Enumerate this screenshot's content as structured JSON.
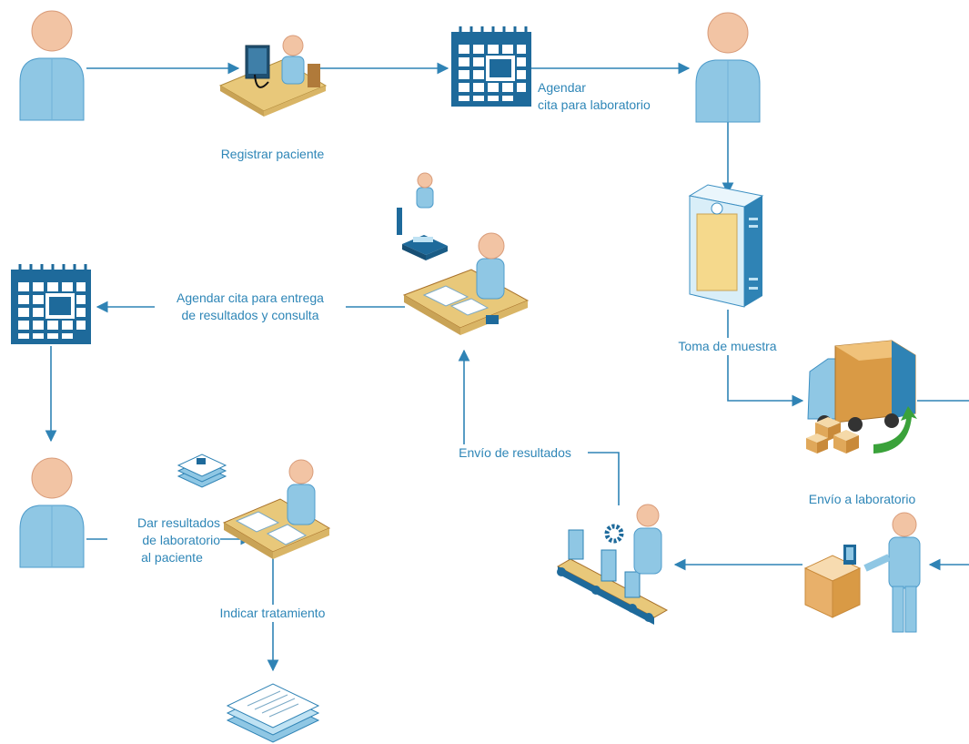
{
  "colors": {
    "accent": "#2e86b7",
    "connector": "#2f83b5",
    "person_body": "#8fc7e4",
    "person_head": "#f2c4a4",
    "calendar": "#1e6a9b",
    "desk": "#e8c87a",
    "server": "#d9eef8",
    "truck_box": "#d99a45",
    "green_arrow": "#3aa23a"
  },
  "icons": [
    {
      "id": "patient-1",
      "name": "person-icon"
    },
    {
      "id": "receptionist-computer",
      "name": "receptionist-computer-icon"
    },
    {
      "id": "calendar-1",
      "name": "calendar-icon"
    },
    {
      "id": "patient-2",
      "name": "person-icon"
    },
    {
      "id": "server",
      "name": "server-icon"
    },
    {
      "id": "truck",
      "name": "delivery-truck-icon"
    },
    {
      "id": "shipping-clerk",
      "name": "shipping-clerk-icon"
    },
    {
      "id": "lab-conveyor",
      "name": "conveyor-worker-icon"
    },
    {
      "id": "phone-desk",
      "name": "phone-desk-worker-icon"
    },
    {
      "id": "calendar-2",
      "name": "calendar-icon"
    },
    {
      "id": "patient-3",
      "name": "person-icon"
    },
    {
      "id": "doctor-desk",
      "name": "doctor-desk-icon"
    },
    {
      "id": "documents-small",
      "name": "documents-icon"
    },
    {
      "id": "documents-large",
      "name": "documents-stack-icon"
    }
  ],
  "labels": {
    "registrar_paciente": "Registrar paciente",
    "agendar_cita_1": "Agendar",
    "agendar_cita_2": "cita para laboratorio",
    "toma_de_muestra": "Toma de muestra",
    "envio_a_laboratorio": "Envío a laboratorio",
    "envio_de_resultados": "Envío de resultados",
    "agendar_entrega_1": "Agendar cita para entrega",
    "agendar_entrega_2": "de resultados y consulta",
    "dar_resultados_1": "Dar resultados",
    "dar_resultados_2": "de laboratorio",
    "dar_resultados_3": "al paciente",
    "indicar_tratamiento": "Indicar tratamiento"
  }
}
